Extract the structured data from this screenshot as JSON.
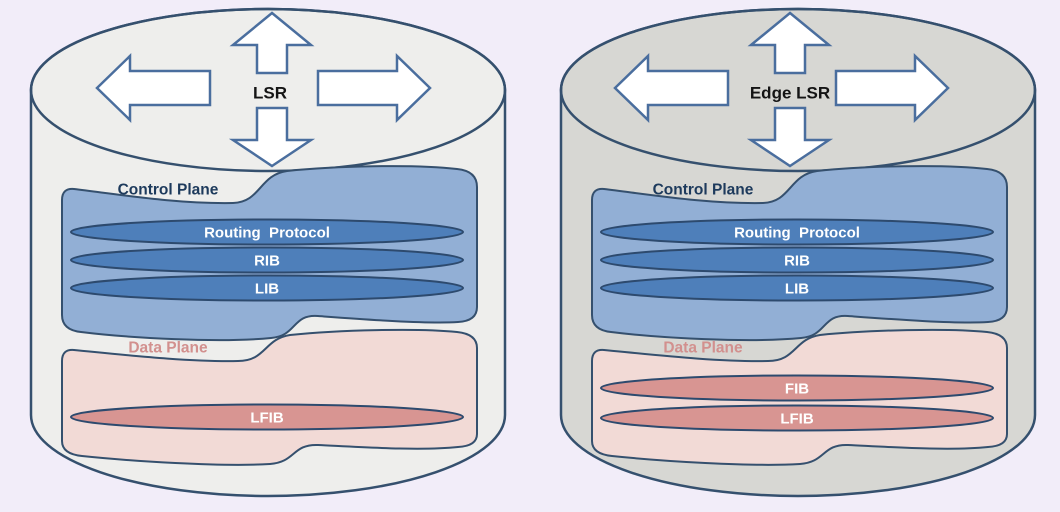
{
  "diagram_type": "MPLS router architecture comparison",
  "colors": {
    "background": "#f2edf9",
    "cylinder_left_fill": "#eeeeec",
    "cylinder_right_fill": "#d7d7d3",
    "outline_navy": "#35506e",
    "control_plane_fill": "#92afd5",
    "control_plane_pill": "#4e7fba",
    "control_plane_text": "#1d3a5c",
    "data_plane_fill": "#f2dad6",
    "data_plane_pill": "#d89592",
    "data_plane_text": "#d2908e",
    "arrow_outline": "#4a6e9e",
    "arrow_fill": "#ffffff",
    "pill_text": "#ffffff",
    "node_label_text": "#141414"
  },
  "cylinders": [
    {
      "label": "LSR",
      "control_plane": {
        "label": "Control Plane",
        "items": [
          "Routing  Protocol",
          "RIB",
          "LIB"
        ]
      },
      "data_plane": {
        "label": "Data Plane",
        "items": [
          "LFIB"
        ]
      }
    },
    {
      "label": "Edge LSR",
      "control_plane": {
        "label": "Control Plane",
        "items": [
          "Routing  Protocol",
          "RIB",
          "LIB"
        ]
      },
      "data_plane": {
        "label": "Data Plane",
        "items": [
          "FIB",
          "LFIB"
        ]
      }
    }
  ]
}
